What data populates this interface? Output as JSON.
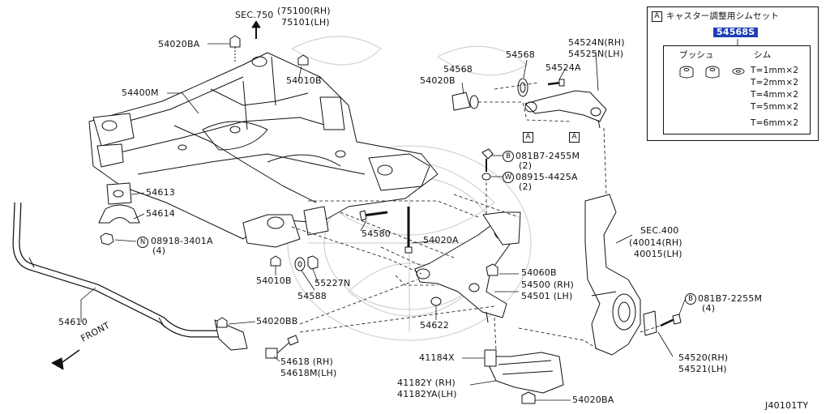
{
  "diagram": {
    "drawing_code": "J40101TY",
    "labels": {
      "sec750": "SEC.750",
      "sec750_rh": "(75100(RH)",
      "sec750_lh": "75101(LH)",
      "p54020BA_top": "54020BA",
      "p54400M": "54400M",
      "p54010B_top": "54010B",
      "p54613": "54613",
      "p54614": "54614",
      "p08918": "08918-3401A",
      "p08918_qty": "(4)",
      "p54610": "54610",
      "front": "FRONT",
      "p54580": "54580",
      "p54020A": "54020A",
      "p54010B_mid": "54010B",
      "p55227N": "55227N",
      "p54588": "54588",
      "p54020BB": "54020BB",
      "p54618rh": "54618 (RH)",
      "p54618lh": "54618M(LH)",
      "p54622": "54622",
      "p41184X": "41184X",
      "p41182Y": "41182Y (RH)",
      "p41182YA": "41182YA(LH)",
      "p54020BA_bot": "54020BA",
      "p54060B": "54060B",
      "p54500": "54500 (RH)",
      "p54501": "54501 (LH)",
      "p54020B": "54020B",
      "p54568_a": "54568",
      "p54568_b": "54568",
      "p54524A": "54524A",
      "p54524N": "54524N(RH)",
      "p54525N": "54525N(LH)",
      "p081B7_2455M": "081B7-2455M",
      "p081B7_2455M_qty": "(2)",
      "p08915": "08915-4425A",
      "p08915_qty": "(2)",
      "sec400": "SEC.400",
      "sec400_rh": "(40014(RH)",
      "sec400_lh": "40015(LH)",
      "p081B7_2255M": "081B7-2255M",
      "p081B7_2255M_qty": "(4)",
      "p54520": "54520(RH)",
      "p54521": "54521(LH)"
    },
    "badges": {
      "N": "N",
      "B": "B",
      "W": "W",
      "A": "A"
    },
    "shim_box": {
      "ref": "A",
      "title": "キャスター調整用シムセット",
      "part_number": "54568S",
      "col_bush": "ブッシュ",
      "col_shim": "シム",
      "sizes": [
        "T=1mm×2",
        "T=2mm×2",
        "T=4mm×2",
        "T=5mm×2",
        "T=6mm×2"
      ]
    }
  },
  "colors": {
    "line": "#111111",
    "highlight": "#1f3fb8",
    "watermark": "#cfcfcf"
  }
}
